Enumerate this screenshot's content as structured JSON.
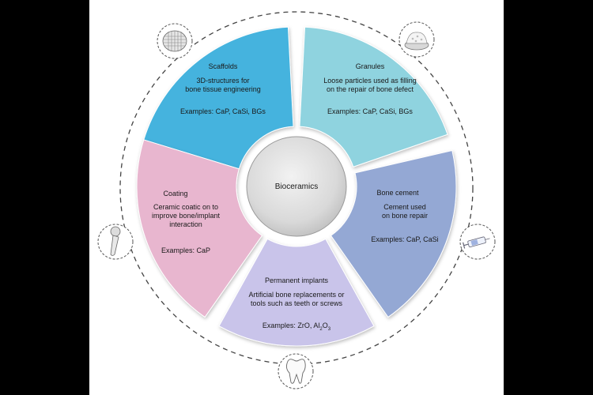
{
  "center": {
    "label": "Bioceramics"
  },
  "segments": {
    "scaffolds": {
      "title": "Scaffolds",
      "desc_line1": "3D-structures for",
      "desc_line2": "bone tissue engineering",
      "examples": "Examples: CaP, CaSi, BGs",
      "color": "#45b3de"
    },
    "granules": {
      "title": "Granules",
      "desc_line1": "Loose particles used as filling",
      "desc_line2": "on the repair of bone defect",
      "examples": "Examples: CaP, CaSi, BGs",
      "color": "#8fd3df"
    },
    "bone_cement": {
      "title": "Bone cement",
      "desc_line1": "Cement used",
      "desc_line2": "on bone repair",
      "examples": "Examples: CaP, CaSi",
      "color": "#94a8d4"
    },
    "permanent_implants": {
      "title": "Permanent implants",
      "desc_line1": "Artificial bone replacements or",
      "desc_line2": "tools such as teeth or screws",
      "examples_prefix": "Examples: ZrO, Al",
      "examples_sub1": "2",
      "examples_mid": "O",
      "examples_sub2": "3",
      "color": "#c9c4ea"
    },
    "coating": {
      "title": "Coating",
      "desc_line1": "Ceramic coatic on to",
      "desc_line2": "improve bone/implant",
      "desc_line3": "interaction",
      "examples": "Examples: CaP",
      "color": "#e8b6cf"
    }
  },
  "icons": [
    "scaffold-mesh-icon",
    "granules-dish-icon",
    "syringe-icon",
    "tooth-icon",
    "hip-implant-icon"
  ]
}
